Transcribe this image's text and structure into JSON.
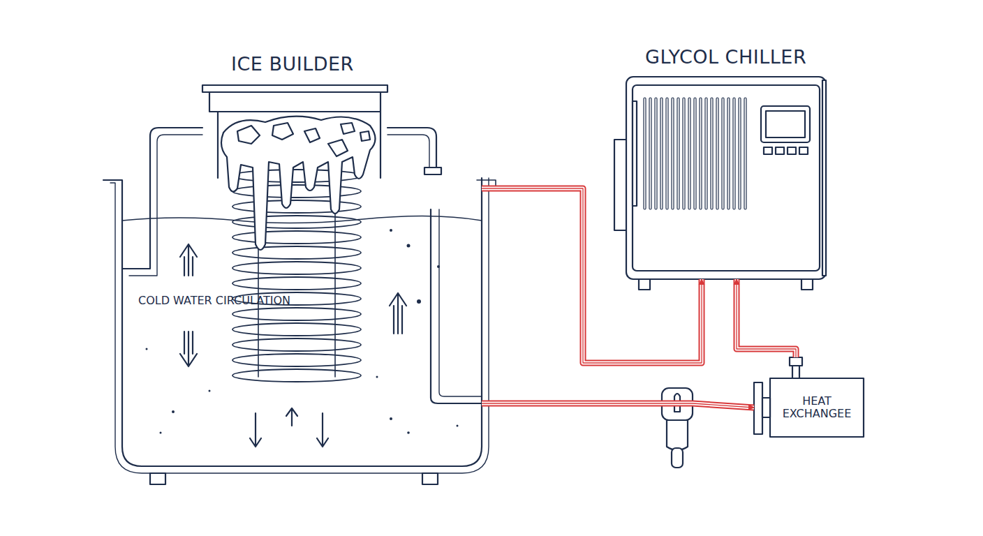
{
  "diagram": {
    "nodes": [
      {
        "text": [
          "ICE BUILDER",
          "COLD WATER CIRCULATION"
        ]
      },
      {
        "text": [
          "GLYCOL CHILLER"
        ]
      },
      {
        "text": [
          "HEAT EXCHANGEE"
        ]
      }
    ],
    "edges": [
      {
        "from": 0,
        "to": 1,
        "arrow": "to"
      },
      {
        "from": 2,
        "to": 1,
        "arrow": "to"
      },
      {
        "from": 0,
        "to": 2,
        "arrow": "to"
      }
    ]
  }
}
